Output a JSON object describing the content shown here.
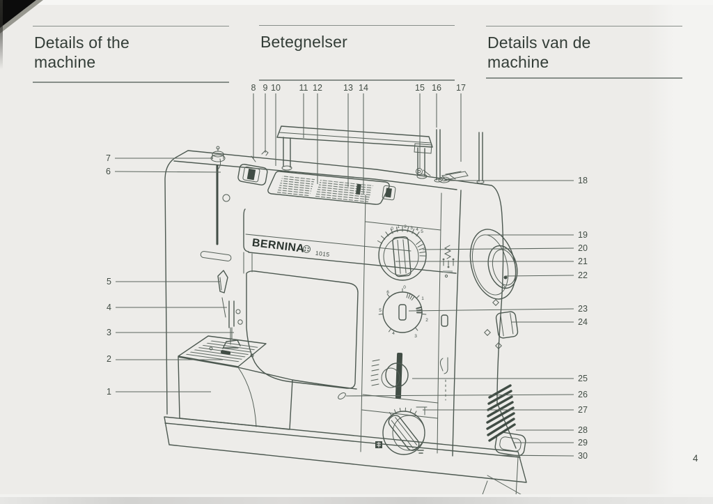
{
  "page": {
    "number": "4"
  },
  "headings": {
    "en": {
      "line1": "Details of the",
      "line2": "machine"
    },
    "da": {
      "line1": "Betegnelser"
    },
    "nl": {
      "line1": "Details van de",
      "line2": "machine"
    }
  },
  "machine": {
    "brand": "BERNINA",
    "model": "1015"
  },
  "callouts": [
    "1",
    "2",
    "3",
    "4",
    "5",
    "6",
    "7",
    "8",
    "9",
    "10",
    "11",
    "12",
    "13",
    "14",
    "15",
    "16",
    "17",
    "18",
    "19",
    "20",
    "21",
    "22",
    "23",
    "24",
    "25",
    "26",
    "27",
    "28",
    "29",
    "30"
  ],
  "dials": {
    "width_scale": [
      "0",
      "1",
      "2",
      "3",
      "4",
      "5"
    ],
    "length_scale": [
      "0",
      "1",
      "2",
      "3",
      "4",
      "5",
      "6"
    ]
  },
  "colors": {
    "paper": "#edece9",
    "ink": "#4c5850",
    "heading_text": "#333d37"
  }
}
